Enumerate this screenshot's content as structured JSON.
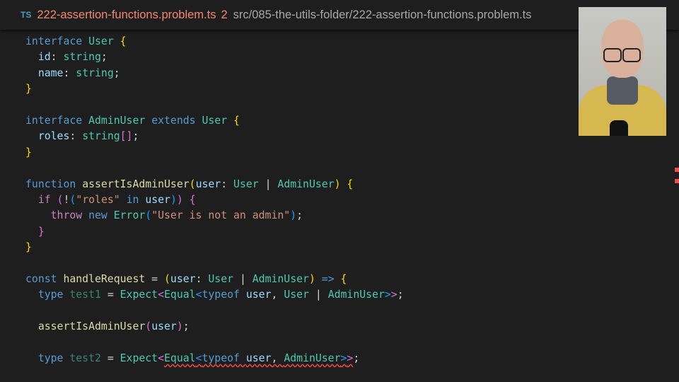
{
  "tab": {
    "lang_badge": "TS",
    "filename": "222-assertion-functions.problem.ts",
    "error_count": "2",
    "path": "src/085-the-utils-folder/222-assertion-functions.problem.ts"
  },
  "code": [
    [
      [
        "interface ",
        "kw"
      ],
      [
        "User ",
        "ty"
      ],
      [
        "{",
        "b1"
      ]
    ],
    [
      [
        "  id",
        "va"
      ],
      [
        ": ",
        "pl"
      ],
      [
        "string",
        "ty"
      ],
      [
        ";",
        "pl"
      ]
    ],
    [
      [
        "  name",
        "va"
      ],
      [
        ": ",
        "pl"
      ],
      [
        "string",
        "ty"
      ],
      [
        ";",
        "pl"
      ]
    ],
    [
      [
        "}",
        "b1"
      ]
    ],
    [],
    [
      [
        "interface ",
        "kw"
      ],
      [
        "AdminUser ",
        "ty"
      ],
      [
        "extends ",
        "kw"
      ],
      [
        "User ",
        "ty"
      ],
      [
        "{",
        "b1"
      ]
    ],
    [
      [
        "  roles",
        "va"
      ],
      [
        ": ",
        "pl"
      ],
      [
        "string",
        "ty"
      ],
      [
        "[]",
        "b2"
      ],
      [
        ";",
        "pl"
      ]
    ],
    [
      [
        "}",
        "b1"
      ]
    ],
    [],
    [
      [
        "function ",
        "kw"
      ],
      [
        "assertIsAdminUser",
        "fn"
      ],
      [
        "(",
        "b1"
      ],
      [
        "user",
        "va"
      ],
      [
        ": ",
        "pl"
      ],
      [
        "User",
        "ty"
      ],
      [
        " | ",
        "pl"
      ],
      [
        "AdminUser",
        "ty"
      ],
      [
        ") ",
        "b1"
      ],
      [
        "{",
        "b1"
      ]
    ],
    [
      [
        "  if ",
        "ck"
      ],
      [
        "(",
        "b2"
      ],
      [
        "!",
        "pl"
      ],
      [
        "(",
        "b3"
      ],
      [
        "\"roles\"",
        "st"
      ],
      [
        " in ",
        "kw"
      ],
      [
        "user",
        "va"
      ],
      [
        ")",
        "b3"
      ],
      [
        ")",
        "b2"
      ],
      [
        " {",
        "b2"
      ]
    ],
    [
      [
        "    throw ",
        "ck"
      ],
      [
        "new ",
        "kw"
      ],
      [
        "Error",
        "ty"
      ],
      [
        "(",
        "b3"
      ],
      [
        "\"User is not an admin\"",
        "st"
      ],
      [
        ")",
        "b3"
      ],
      [
        ";",
        "pl"
      ]
    ],
    [
      [
        "  }",
        "b2"
      ]
    ],
    [
      [
        "}",
        "b1"
      ]
    ],
    [],
    [
      [
        "const ",
        "kw"
      ],
      [
        "handleRequest",
        "fn"
      ],
      [
        " = ",
        "pl"
      ],
      [
        "(",
        "b1"
      ],
      [
        "user",
        "va"
      ],
      [
        ": ",
        "pl"
      ],
      [
        "User",
        "ty"
      ],
      [
        " | ",
        "pl"
      ],
      [
        "AdminUser",
        "ty"
      ],
      [
        ")",
        "b1"
      ],
      [
        " => ",
        "kw"
      ],
      [
        "{",
        "b1"
      ]
    ],
    [
      [
        "  type ",
        "kw"
      ],
      [
        "test1",
        "un"
      ],
      [
        " = ",
        "pl"
      ],
      [
        "Expect",
        "ty"
      ],
      [
        "<",
        "b2"
      ],
      [
        "Equal",
        "ty"
      ],
      [
        "<",
        "b3"
      ],
      [
        "typeof ",
        "kw"
      ],
      [
        "user",
        "va"
      ],
      [
        ", ",
        "pl"
      ],
      [
        "User",
        "ty"
      ],
      [
        " | ",
        "pl"
      ],
      [
        "AdminUser",
        "ty"
      ],
      [
        ">",
        "b3"
      ],
      [
        ">",
        "b2"
      ],
      [
        ";",
        "pl"
      ]
    ],
    [],
    [
      [
        "  assertIsAdminUser",
        "fn"
      ],
      [
        "(",
        "b2"
      ],
      [
        "user",
        "va"
      ],
      [
        ")",
        "b2"
      ],
      [
        ";",
        "pl"
      ]
    ],
    [],
    [
      [
        "  type ",
        "kw"
      ],
      [
        "test2",
        "un"
      ],
      [
        " = ",
        "pl"
      ],
      [
        "Expect",
        "ty"
      ],
      [
        "<",
        "b2"
      ],
      [
        "Equal",
        "ty",
        "sq"
      ],
      [
        "<",
        "b3",
        "sq"
      ],
      [
        "typeof ",
        "kw",
        "sq"
      ],
      [
        "user",
        "va",
        "sq"
      ],
      [
        ", ",
        "pl",
        "sq"
      ],
      [
        "AdminUser",
        "ty",
        "sq"
      ],
      [
        ">",
        "b3",
        "sq"
      ],
      [
        ">",
        "b2",
        "sq"
      ],
      [
        ";",
        "pl"
      ]
    ]
  ]
}
